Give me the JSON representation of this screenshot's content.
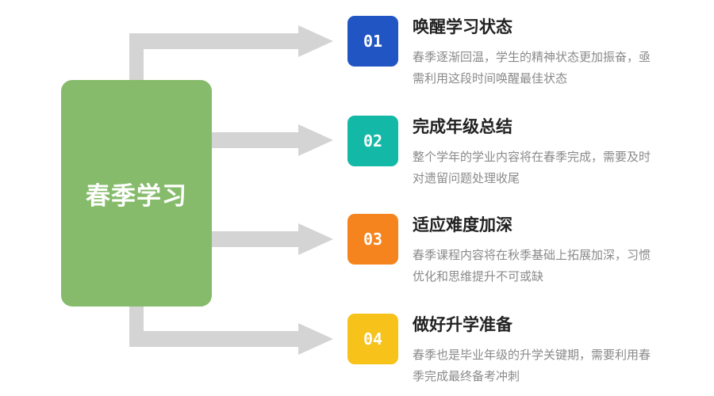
{
  "main": {
    "title": "春季学习"
  },
  "items": [
    {
      "number": "01",
      "title": "唤醒学习状态",
      "description": "春季逐渐回温，学生的精神状态更加振奋，亟需利用这段时间唤醒最佳状态",
      "color": "#2155c4"
    },
    {
      "number": "02",
      "title": "完成年级总结",
      "description": "整个学年的学业内容将在春季完成，需要及时对遗留问题处理收尾",
      "color": "#14b8a6"
    },
    {
      "number": "03",
      "title": "适应难度加深",
      "description": "春季课程内容将在秋季基础上拓展加深，习惯优化和思维提升不可或缺",
      "color": "#f5841f"
    },
    {
      "number": "04",
      "title": "做好升学准备",
      "description": "春季也是毕业年级的升学关键期，需要利用春季完成最终备考冲刺",
      "color": "#f7c21a"
    }
  ],
  "colors": {
    "main_box": "#86bb6b",
    "connector": "#d4d4d4"
  }
}
